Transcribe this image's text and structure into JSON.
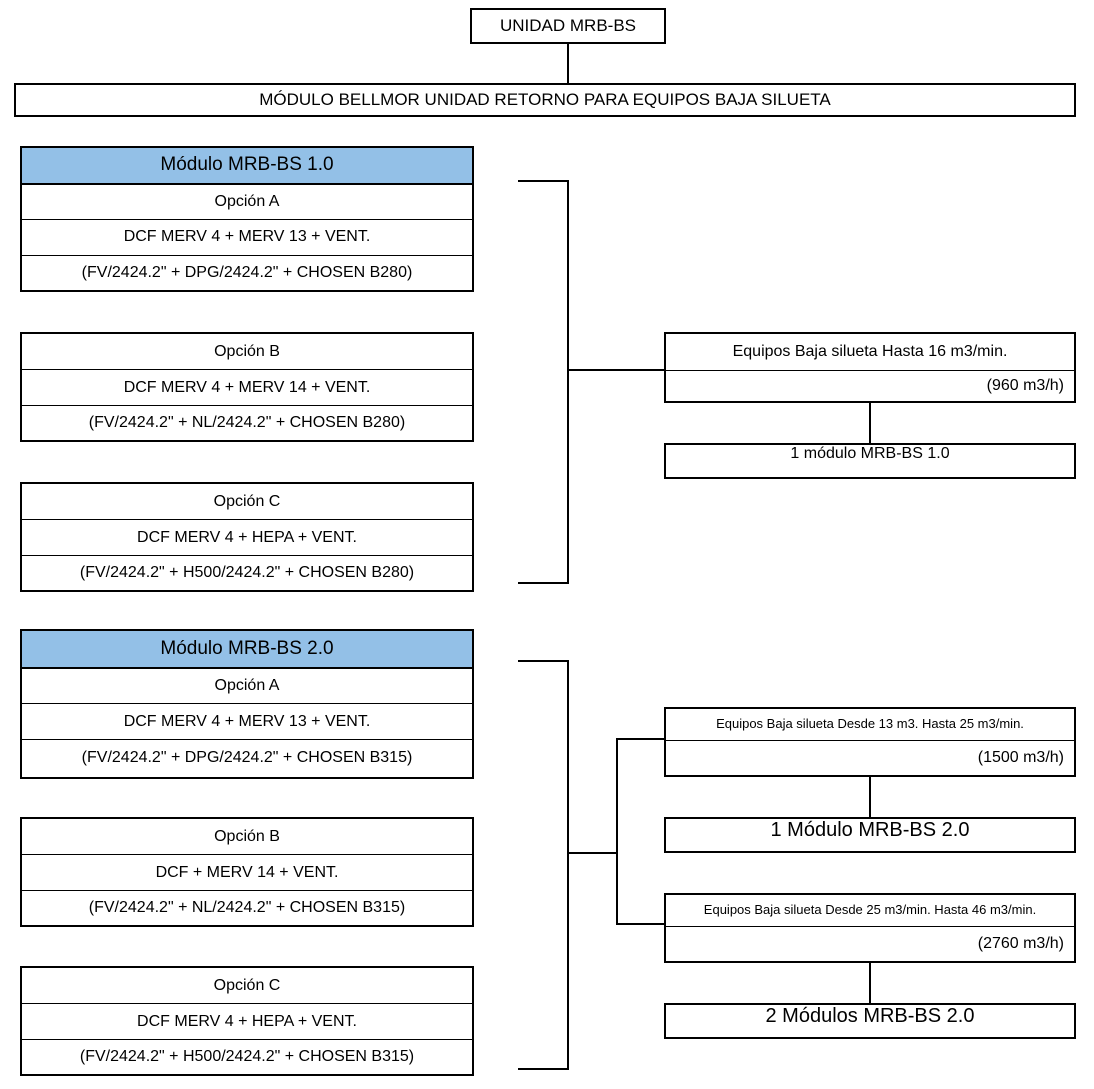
{
  "diagram": {
    "title": "UNIDAD MRB-BS",
    "subtitle": "MÓDULO BELLMOR UNIDAD RETORNO PARA EQUIPOS BAJA SILUETA",
    "accent_color": "#93c0e7",
    "line_color": "#000000",
    "background_color": "#ffffff"
  },
  "groups": [
    {
      "header": "Módulo MRB-BS 1.0",
      "options": [
        {
          "name": "Opción A",
          "spec": "DCF MERV 4 + MERV 13 + VENT.",
          "parts": "(FV/2424.2\" + DPG/2424.2\" + CHOSEN B280)"
        },
        {
          "name": "Opción B",
          "spec": "DCF MERV 4 + MERV 14 + VENT.",
          "parts": "(FV/2424.2\" + NL/2424.2\" + CHOSEN B280)"
        },
        {
          "name": "Opción C",
          "spec": "DCF MERV 4 + HEPA + VENT.",
          "parts": "(FV/2424.2\" + H500/2424.2\" + CHOSEN B280)"
        }
      ],
      "results": [
        {
          "capacity": "Equipos Baja silueta Hasta 16 m3/min.",
          "flow": "(960 m3/h)",
          "modules": "1 módulo MRB-BS 1.0"
        }
      ]
    },
    {
      "header": "Módulo MRB-BS 2.0",
      "options": [
        {
          "name": "Opción A",
          "spec": "DCF MERV 4 + MERV 13 + VENT.",
          "parts": "(FV/2424.2\" + DPG/2424.2\" + CHOSEN B315)"
        },
        {
          "name": "Opción B",
          "spec": "DCF + MERV 14 + VENT.",
          "parts": "(FV/2424.2\" + NL/2424.2\" + CHOSEN B315)"
        },
        {
          "name": "Opción C",
          "spec": "DCF MERV 4 + HEPA + VENT.",
          "parts": "(FV/2424.2\" + H500/2424.2\" + CHOSEN B315)"
        }
      ],
      "results": [
        {
          "capacity": "Equipos Baja silueta Desde 13 m3. Hasta 25 m3/min.",
          "flow": "(1500 m3/h)",
          "modules": "1 Módulo MRB-BS 2.0"
        },
        {
          "capacity": "Equipos Baja silueta Desde 25 m3/min. Hasta 46 m3/min.",
          "flow": "(2760 m3/h)",
          "modules": "2 Módulos MRB-BS 2.0"
        }
      ]
    }
  ]
}
